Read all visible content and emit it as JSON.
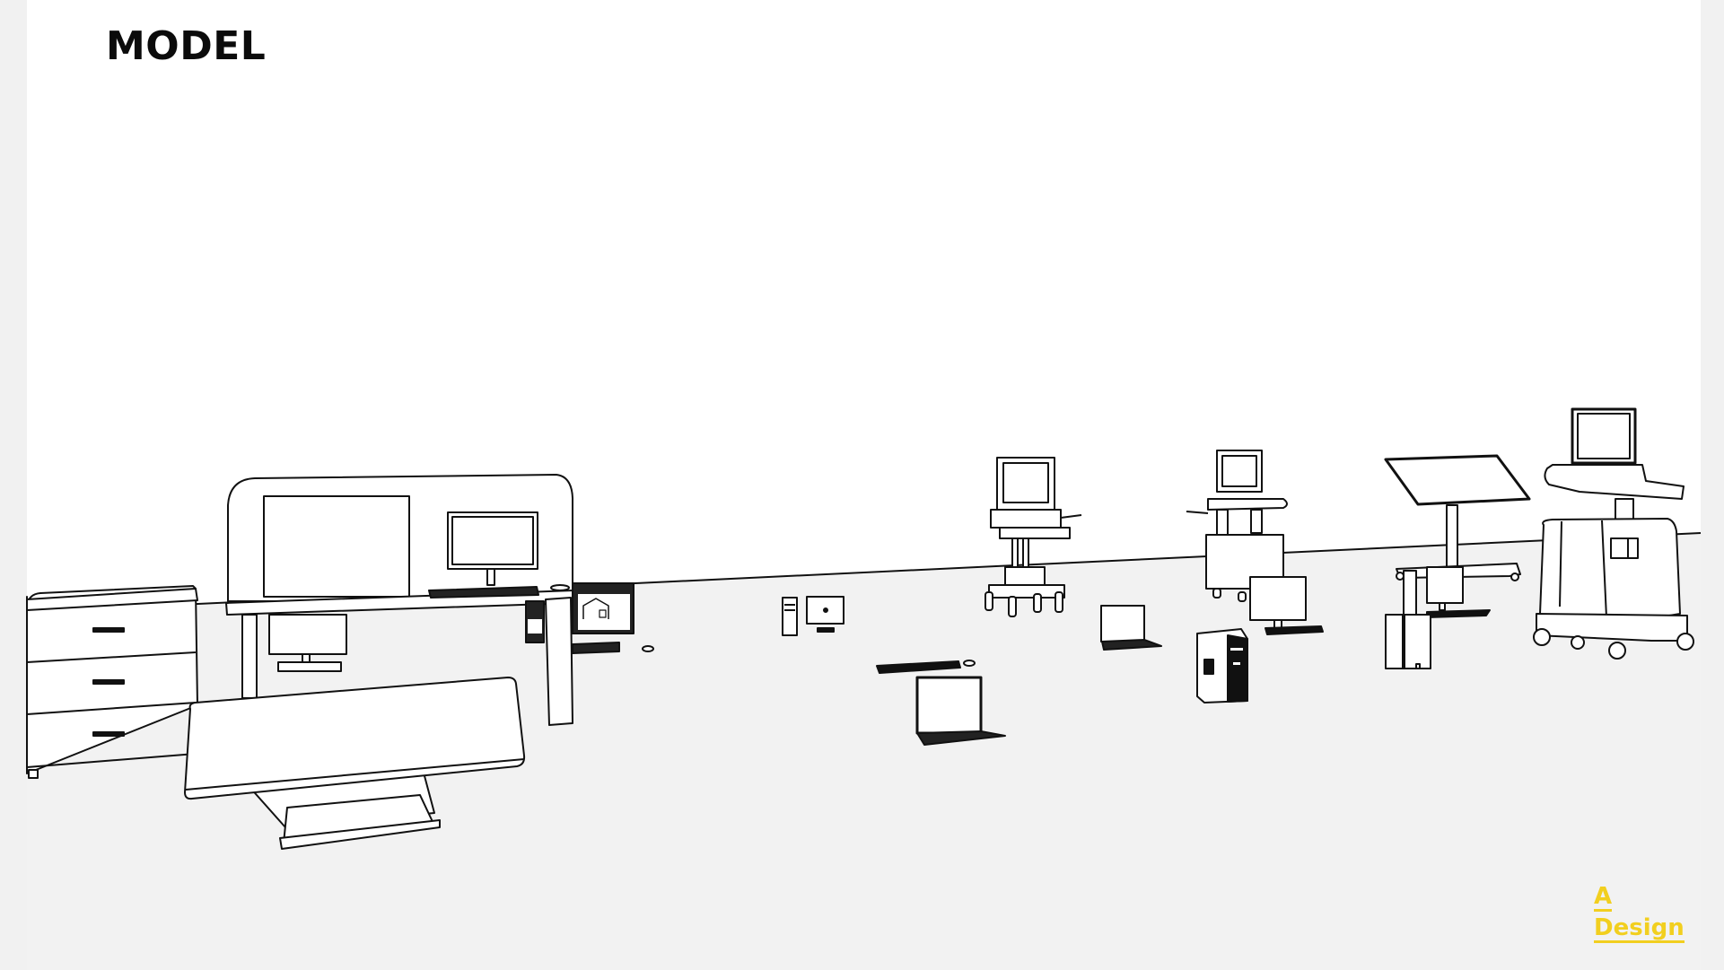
{
  "slide": {
    "title": "MODEL",
    "background_color": "#ffffff",
    "margin_color": "#f1f1f1",
    "floor_color": "#f2f2f2"
  },
  "scene": {
    "description": "Line-drawing 3D render of workstation equipment in a room",
    "objects": [
      {
        "id": "drawer-cabinet",
        "label": "3-drawer cabinet"
      },
      {
        "id": "desk-with-screen",
        "label": "Desk with privacy screen, monitors and keyboard"
      },
      {
        "id": "overbed-table",
        "label": "Overbed / tray table"
      },
      {
        "id": "desktop-tower-small",
        "label": "Small desktop tower with monitor"
      },
      {
        "id": "keyboard-mouse",
        "label": "Keyboard and mouse"
      },
      {
        "id": "laptop-front",
        "label": "Laptop"
      },
      {
        "id": "medical-cart-1",
        "label": "Mobile computer cart"
      },
      {
        "id": "laptop-middle",
        "label": "Laptop"
      },
      {
        "id": "medical-cart-2",
        "label": "Mobile workstation cart"
      },
      {
        "id": "monitor-middle",
        "label": "Monitor with keyboard"
      },
      {
        "id": "tower-pc",
        "label": "Tower PC"
      },
      {
        "id": "tilting-display-stand",
        "label": "Tilting display stand"
      },
      {
        "id": "ultrasound-cart",
        "label": "Ultrasound-style cart with laptop"
      }
    ]
  },
  "logo": {
    "line1": "A",
    "line2": "Design",
    "color": "#f2cf1f"
  }
}
